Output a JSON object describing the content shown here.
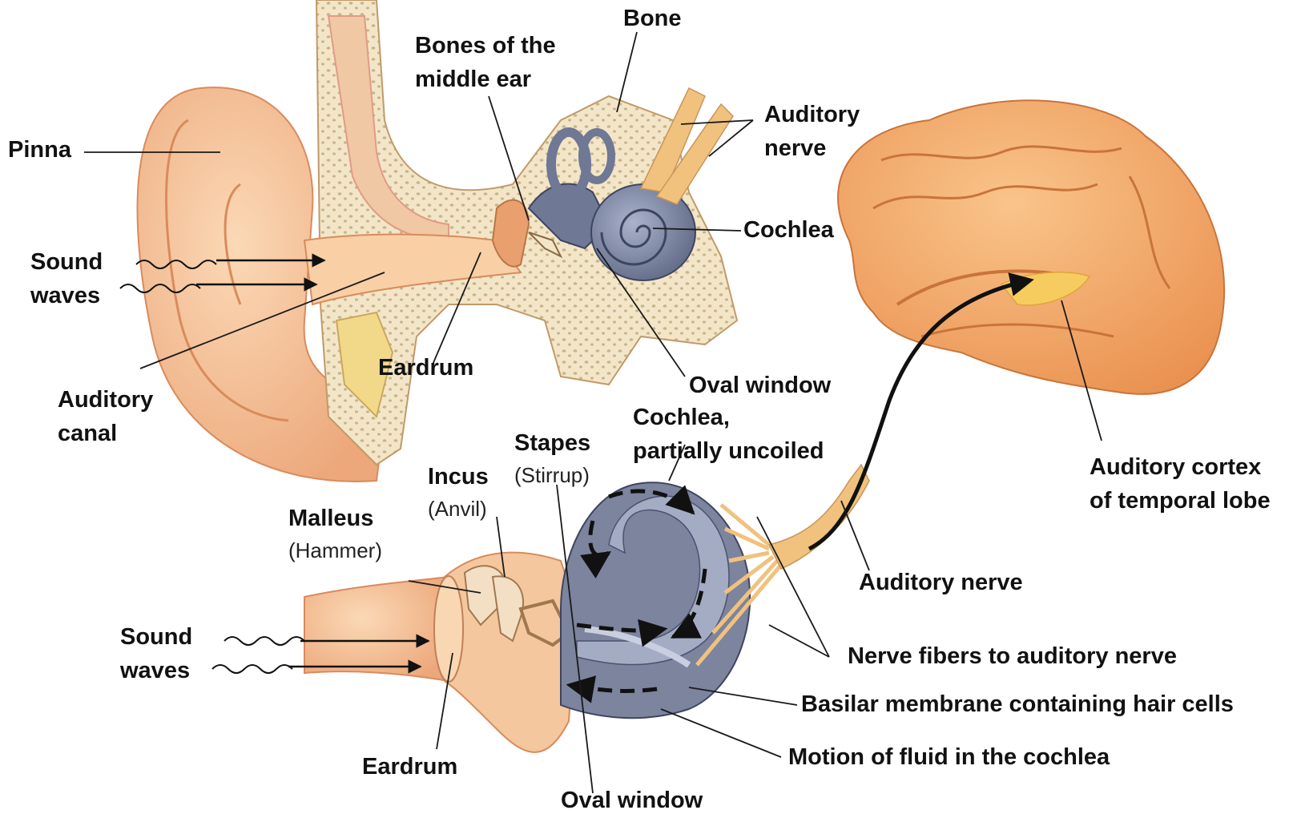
{
  "colors": {
    "skin": "#f6c79c",
    "skin_dark": "#e9a374",
    "skin_shadow": "#d98b5c",
    "bone": "#f3e6c8",
    "bone_dot": "#c9b48a",
    "marrow": "#f2d98a",
    "cochlea": "#6f7894",
    "cochlea_light": "#a4acc4",
    "nerve": "#f0c27e",
    "brain": "#f3a865",
    "brain_light": "#f8c58a",
    "cortex_spot": "#f6cc5e",
    "leader": "#1a1a1a"
  },
  "labels": {
    "bone": "Bone",
    "bones_middle_ear_1": "Bones of the",
    "bones_middle_ear_2": "middle ear",
    "auditory_nerve_top_1": "Auditory",
    "auditory_nerve_top_2": "nerve",
    "pinna": "Pinna",
    "cochlea_top": "Cochlea",
    "sound_waves_top_1": "Sound",
    "sound_waves_top_2": "waves",
    "eardrum_top": "Eardrum",
    "oval_window_top": "Oval window",
    "auditory_canal_1": "Auditory",
    "auditory_canal_2": "canal",
    "cochlea_uncoiled_1": "Cochlea,",
    "cochlea_uncoiled_2": "partially uncoiled",
    "stapes": "Stapes",
    "stapes_sub": "(Stirrup)",
    "incus": "Incus",
    "incus_sub": "(Anvil)",
    "malleus": "Malleus",
    "malleus_sub": "(Hammer)",
    "auditory_cortex_1": "Auditory cortex",
    "auditory_cortex_2": "of temporal lobe",
    "auditory_nerve_bottom": "Auditory nerve",
    "sound_waves_bottom_1": "Sound",
    "sound_waves_bottom_2": "waves",
    "nerve_fibers": "Nerve fibers to auditory nerve",
    "basilar_membrane": "Basilar membrane containing hair cells",
    "eardrum_bottom": "Eardrum",
    "motion_fluid": "Motion of fluid in the cochlea",
    "oval_window_bottom": "Oval window"
  }
}
